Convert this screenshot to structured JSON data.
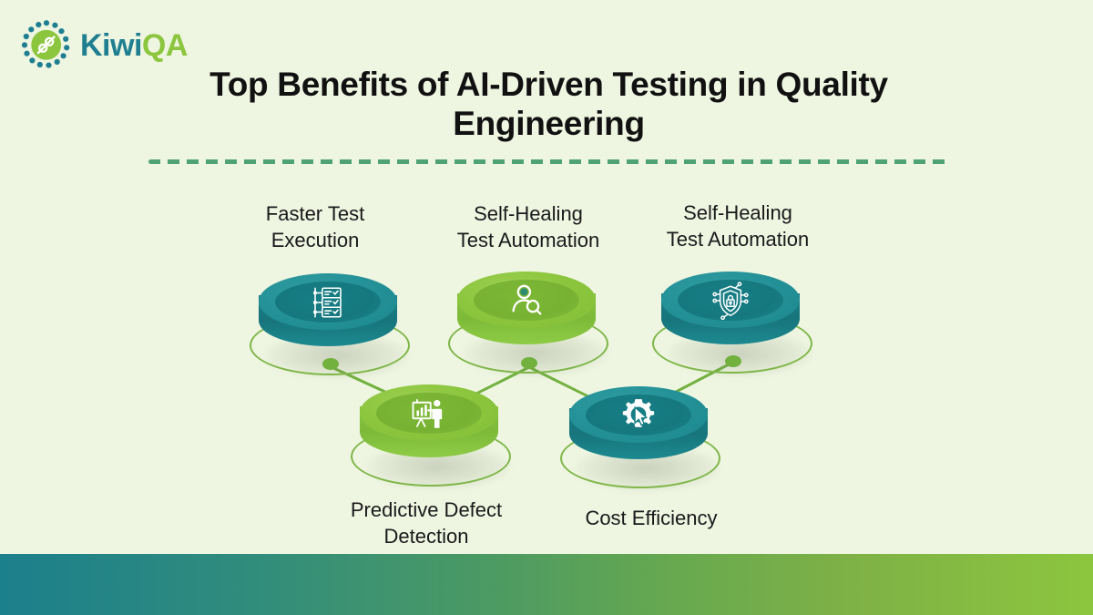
{
  "brand": {
    "name_part1": "Kiwi",
    "name_part2": "QA",
    "logo_icon": "kiwiqa-dotted-circle-logo",
    "teal": "#1f7f91",
    "green": "#8cc63e"
  },
  "header": {
    "title": "Top Benefits of AI-Driven Testing in Quality Engineering",
    "divider_color": "#4fa273"
  },
  "canvas": {
    "background": "#eef5e1",
    "ring_color": "#7fb648",
    "connector_color": "#73b13f"
  },
  "nodes": [
    {
      "id": "faster-test-execution",
      "label": "Faster Test\nExecution",
      "icon": "test-list-icon",
      "color_scheme": "teal",
      "position": "top-left"
    },
    {
      "id": "self-healing-test-automation-1",
      "label": "Self-Healing\nTest Automation",
      "icon": "user-search-icon",
      "color_scheme": "green",
      "position": "top-center"
    },
    {
      "id": "self-healing-test-automation-2",
      "label": "Self-Healing\nTest Automation",
      "icon": "shield-lock-icon",
      "color_scheme": "teal",
      "position": "top-right"
    },
    {
      "id": "predictive-defect-detection",
      "label": "Predictive Defect\nDetection",
      "icon": "presentation-chart-person-icon",
      "color_scheme": "green",
      "position": "bottom-left"
    },
    {
      "id": "cost-efficiency",
      "label": "Cost Efficiency",
      "icon": "gear-cursor-icon",
      "color_scheme": "teal",
      "position": "bottom-right"
    }
  ],
  "footer": {
    "bar_gradient_start": "#1c7f8c",
    "bar_gradient_end": "#8cc63e"
  }
}
